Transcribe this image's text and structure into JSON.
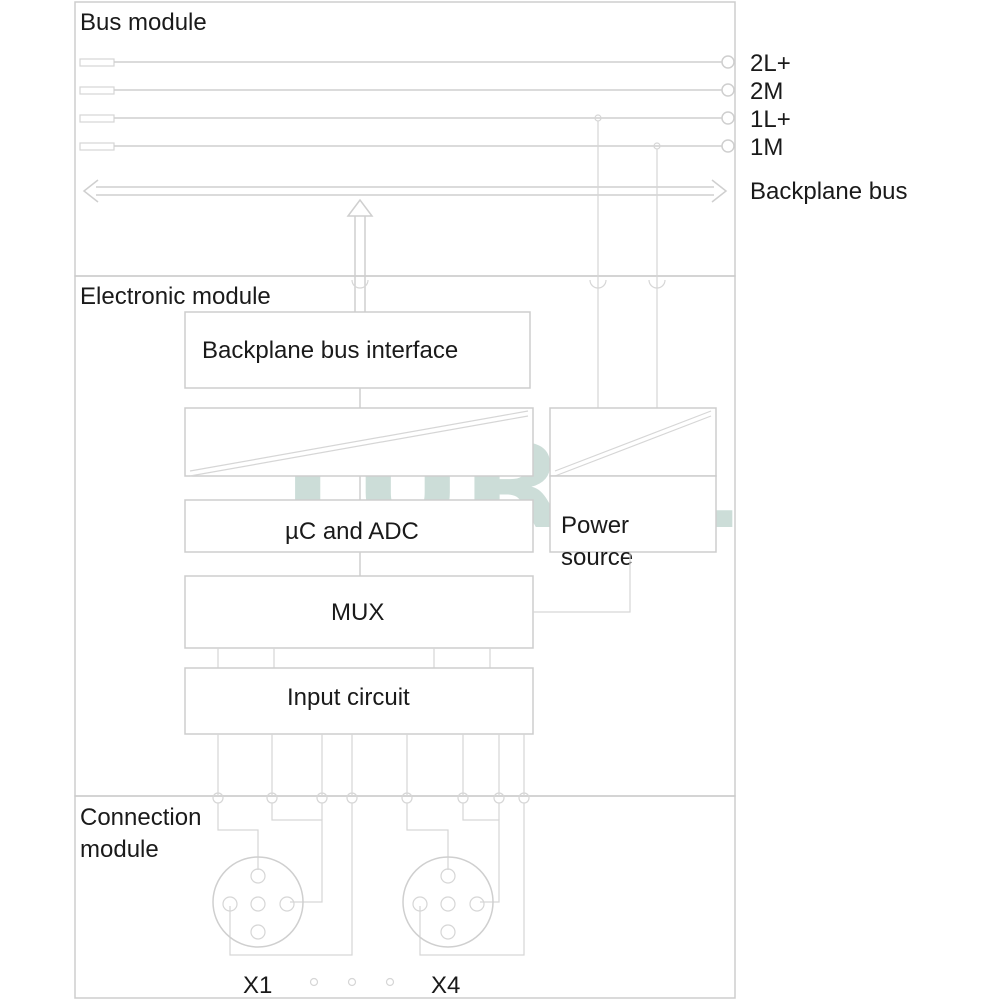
{
  "diagram": {
    "watermark": "TURLL",
    "bus_module": {
      "title": "Bus module",
      "terminals": [
        "2L+",
        "2M",
        "1L+",
        "1M"
      ],
      "backplane_label": "Backplane bus"
    },
    "electronic_module": {
      "title": "Electronic module",
      "backplane_interface": "Backplane bus interface",
      "uc_adc": "µC and ADC",
      "power_source_line1": "Power",
      "power_source_line2": "source",
      "mux": "MUX",
      "input_circuit": "Input circuit"
    },
    "connection_module": {
      "title_line1": "Connection",
      "title_line2": "module",
      "connector_first": "X1",
      "connector_last": "X4"
    }
  }
}
